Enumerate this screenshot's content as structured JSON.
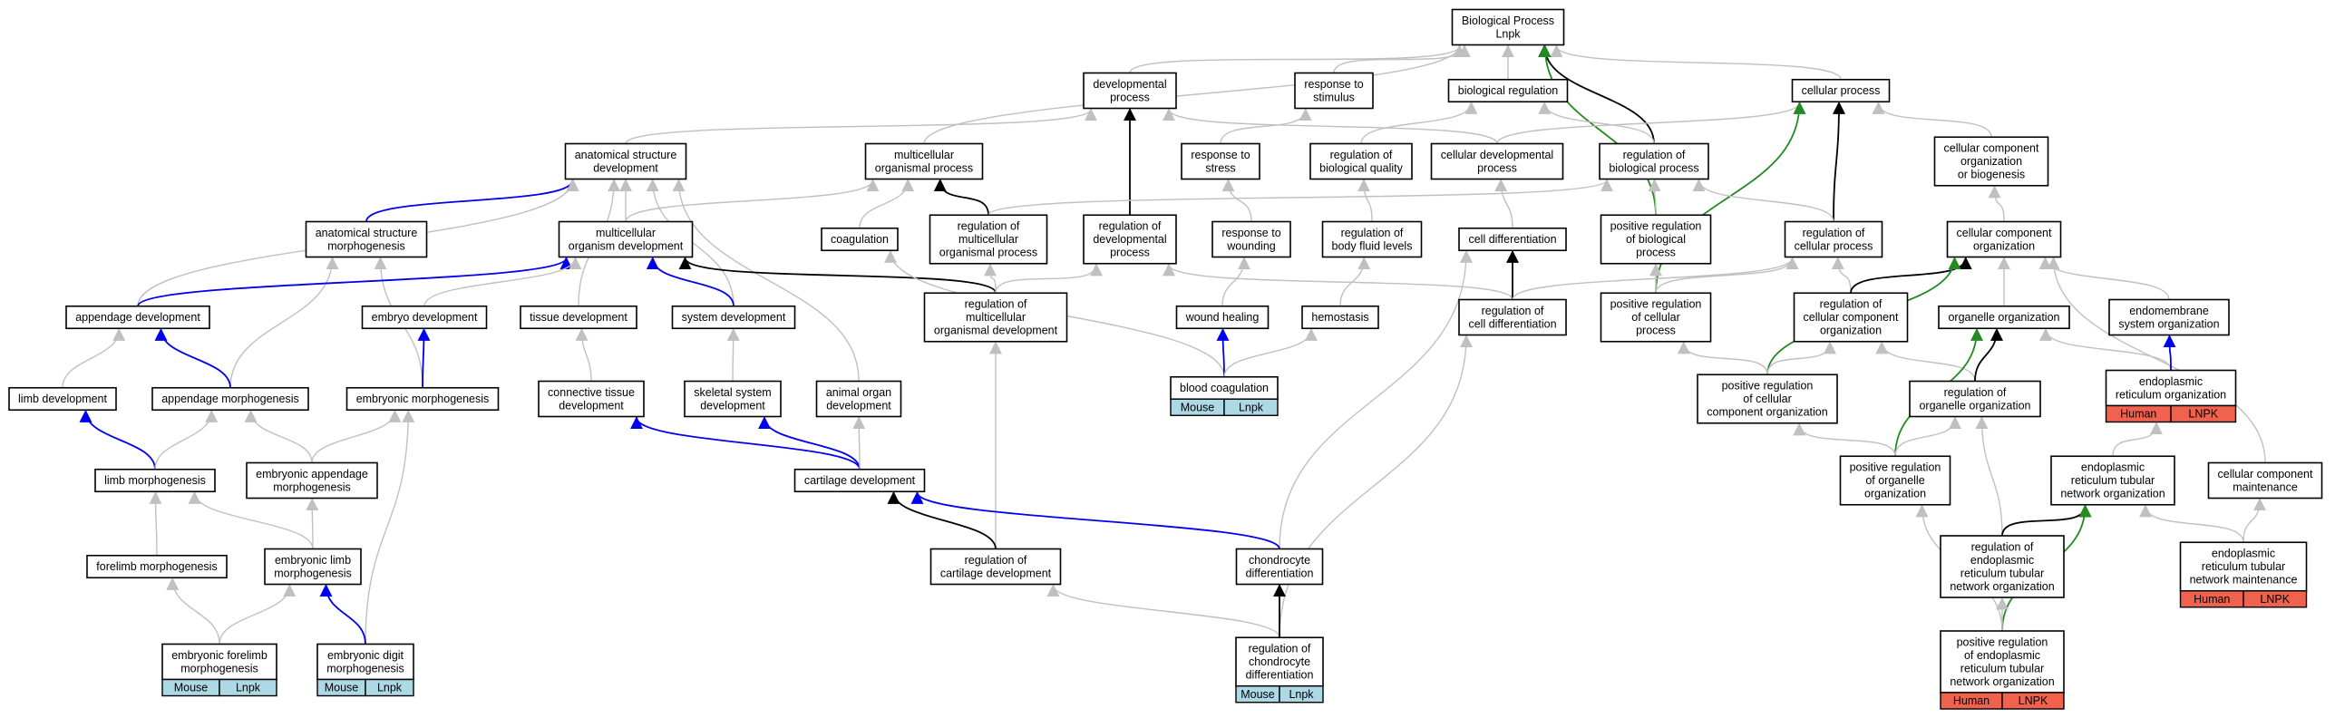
{
  "colors": {
    "gray": "#c0c0c0",
    "blue": "#0000ee",
    "black": "#000000",
    "green": "#228b22",
    "mouse_tag": "#add8e6",
    "human_tag": "#f0624e"
  },
  "nodes": [
    {
      "id": "bp",
      "lines": [
        "Biological Process",
        "Lnpk"
      ]
    },
    {
      "id": "dev",
      "lines": [
        "developmental",
        "process"
      ]
    },
    {
      "id": "resp_stim",
      "lines": [
        "response to",
        "stimulus"
      ]
    },
    {
      "id": "bioreg",
      "lines": [
        "biological regulation"
      ]
    },
    {
      "id": "cellproc",
      "lines": [
        "cellular process"
      ]
    },
    {
      "id": "asd",
      "lines": [
        "anatomical structure",
        "development"
      ]
    },
    {
      "id": "mop",
      "lines": [
        "multicellular",
        "organismal process"
      ]
    },
    {
      "id": "resp_stress",
      "lines": [
        "response to",
        "stress"
      ]
    },
    {
      "id": "reg_bq",
      "lines": [
        "regulation of",
        "biological quality"
      ]
    },
    {
      "id": "cdp",
      "lines": [
        "cellular developmental",
        "process"
      ]
    },
    {
      "id": "reg_bp",
      "lines": [
        "regulation of",
        "biological process"
      ]
    },
    {
      "id": "ccob",
      "lines": [
        "cellular component",
        "organization",
        "or biogenesis"
      ]
    },
    {
      "id": "asm",
      "lines": [
        "anatomical structure",
        "morphogenesis"
      ]
    },
    {
      "id": "mod",
      "lines": [
        "multicellular",
        "organism development"
      ]
    },
    {
      "id": "coag",
      "lines": [
        "coagulation"
      ]
    },
    {
      "id": "reg_mop",
      "lines": [
        "regulation of",
        "multicellular",
        "organismal process"
      ]
    },
    {
      "id": "reg_dev",
      "lines": [
        "regulation of",
        "developmental",
        "process"
      ]
    },
    {
      "id": "resp_wound",
      "lines": [
        "response to",
        "wounding"
      ]
    },
    {
      "id": "reg_bfl",
      "lines": [
        "regulation of",
        "body fluid levels"
      ]
    },
    {
      "id": "celldiff",
      "lines": [
        "cell differentiation"
      ]
    },
    {
      "id": "preg_bp",
      "lines": [
        "positive regulation",
        "of biological",
        "process"
      ]
    },
    {
      "id": "reg_cp",
      "lines": [
        "regulation of",
        "cellular process"
      ]
    },
    {
      "id": "cco",
      "lines": [
        "cellular component",
        "organization"
      ]
    },
    {
      "id": "appdev",
      "lines": [
        "appendage development"
      ]
    },
    {
      "id": "embdev",
      "lines": [
        "embryo development"
      ]
    },
    {
      "id": "tissdev",
      "lines": [
        "tissue development"
      ]
    },
    {
      "id": "sysdev",
      "lines": [
        "system development"
      ]
    },
    {
      "id": "reg_mod",
      "lines": [
        "regulation of",
        "multicellular",
        "organismal development"
      ]
    },
    {
      "id": "woundheal",
      "lines": [
        "wound healing"
      ]
    },
    {
      "id": "hemo",
      "lines": [
        "hemostasis"
      ]
    },
    {
      "id": "reg_celldiff",
      "lines": [
        "regulation of",
        "cell differentiation"
      ]
    },
    {
      "id": "preg_cp",
      "lines": [
        "positive regulation",
        "of cellular",
        "process"
      ]
    },
    {
      "id": "reg_cco",
      "lines": [
        "regulation of",
        "cellular component",
        "organization"
      ]
    },
    {
      "id": "orgorg",
      "lines": [
        "organelle organization"
      ]
    },
    {
      "id": "endo_org",
      "lines": [
        "endomembrane",
        "system organization"
      ]
    },
    {
      "id": "limbdev",
      "lines": [
        "limb development"
      ]
    },
    {
      "id": "appmorph",
      "lines": [
        "appendage morphogenesis"
      ]
    },
    {
      "id": "embmorph",
      "lines": [
        "embryonic morphogenesis"
      ]
    },
    {
      "id": "ctdev",
      "lines": [
        "connective tissue",
        "development"
      ]
    },
    {
      "id": "ssdev",
      "lines": [
        "skeletal system",
        "development"
      ]
    },
    {
      "id": "aodev",
      "lines": [
        "animal organ",
        "development"
      ]
    },
    {
      "id": "bloodcoag",
      "lines": [
        "blood coagulation"
      ],
      "tags": [
        "Mouse",
        "Lnpk"
      ],
      "tag_color": "mouse"
    },
    {
      "id": "preg_cco",
      "lines": [
        "positive regulation",
        "of cellular",
        "component organization"
      ]
    },
    {
      "id": "reg_orgorg",
      "lines": [
        "regulation of",
        "organelle organization"
      ]
    },
    {
      "id": "er_org",
      "lines": [
        "endoplasmic",
        "reticulum organization"
      ],
      "tags": [
        "Human",
        "LNPK"
      ],
      "tag_color": "human"
    },
    {
      "id": "limbmorph",
      "lines": [
        "limb morphogenesis"
      ]
    },
    {
      "id": "embappmorph",
      "lines": [
        "embryonic appendage",
        "morphogenesis"
      ]
    },
    {
      "id": "cartdev",
      "lines": [
        "cartilage development"
      ]
    },
    {
      "id": "preg_orgorg",
      "lines": [
        "positive regulation",
        "of organelle",
        "organization"
      ]
    },
    {
      "id": "ertn_org",
      "lines": [
        "endoplasmic",
        "reticulum tubular",
        "network organization"
      ]
    },
    {
      "id": "ccm",
      "lines": [
        "cellular component",
        "maintenance"
      ]
    },
    {
      "id": "forelimbmorph",
      "lines": [
        "forelimb morphogenesis"
      ]
    },
    {
      "id": "emblimbmorph",
      "lines": [
        "embryonic limb",
        "morphogenesis"
      ]
    },
    {
      "id": "reg_cartdev",
      "lines": [
        "regulation of",
        "cartilage development"
      ]
    },
    {
      "id": "chondiff",
      "lines": [
        "chondrocyte",
        "differentiation"
      ]
    },
    {
      "id": "reg_ertn",
      "lines": [
        "regulation of",
        "endoplasmic",
        "reticulum tubular",
        "network organization"
      ]
    },
    {
      "id": "ertn_maint",
      "lines": [
        "endoplasmic",
        "reticulum tubular",
        "network maintenance"
      ],
      "tags": [
        "Human",
        "LNPK"
      ],
      "tag_color": "human"
    },
    {
      "id": "embforelimbmorph",
      "lines": [
        "embryonic forelimb",
        "morphogenesis"
      ],
      "tags": [
        "Mouse",
        "Lnpk"
      ],
      "tag_color": "mouse"
    },
    {
      "id": "embdigitmorph",
      "lines": [
        "embryonic digit",
        "morphogenesis"
      ],
      "tags": [
        "Mouse",
        "Lnpk"
      ],
      "tag_color": "mouse"
    },
    {
      "id": "reg_chondiff",
      "lines": [
        "regulation of",
        "chondrocyte",
        "differentiation"
      ],
      "tags": [
        "Mouse",
        "Lnpk"
      ],
      "tag_color": "mouse"
    },
    {
      "id": "preg_ertn",
      "lines": [
        "positive regulation",
        "of endoplasmic",
        "reticulum tubular",
        "network organization"
      ],
      "tags": [
        "Human",
        "LNPK"
      ],
      "tag_color": "human"
    }
  ],
  "edges": [
    [
      "dev",
      "bp",
      "gray"
    ],
    [
      "resp_stim",
      "bp",
      "gray"
    ],
    [
      "bioreg",
      "bp",
      "gray"
    ],
    [
      "cellproc",
      "bp",
      "gray"
    ],
    [
      "mop",
      "bp",
      "gray"
    ],
    [
      "reg_bp",
      "bp",
      "black"
    ],
    [
      "preg_bp",
      "bp",
      "green"
    ],
    [
      "asd",
      "dev",
      "gray"
    ],
    [
      "reg_dev",
      "dev",
      "black"
    ],
    [
      "cdp",
      "dev",
      "gray"
    ],
    [
      "resp_stress",
      "resp_stim",
      "gray"
    ],
    [
      "reg_bq",
      "bioreg",
      "gray"
    ],
    [
      "reg_bp",
      "bioreg",
      "gray"
    ],
    [
      "cdp",
      "cellproc",
      "gray"
    ],
    [
      "reg_cp",
      "cellproc",
      "black"
    ],
    [
      "preg_cp",
      "cellproc",
      "green"
    ],
    [
      "ccob",
      "cellproc",
      "gray"
    ],
    [
      "asm",
      "asd",
      "blue"
    ],
    [
      "mod",
      "asd",
      "gray"
    ],
    [
      "appdev",
      "asd",
      "gray"
    ],
    [
      "tissdev",
      "asd",
      "gray"
    ],
    [
      "sysdev",
      "asd",
      "gray"
    ],
    [
      "aodev",
      "asd",
      "gray"
    ],
    [
      "mod",
      "mop",
      "gray"
    ],
    [
      "coag",
      "mop",
      "gray"
    ],
    [
      "reg_mop",
      "mop",
      "black"
    ],
    [
      "resp_wound",
      "resp_stress",
      "gray"
    ],
    [
      "reg_bfl",
      "reg_bq",
      "gray"
    ],
    [
      "celldiff",
      "cdp",
      "gray"
    ],
    [
      "reg_mop",
      "reg_bp",
      "gray"
    ],
    [
      "preg_bp",
      "reg_bp",
      "gray"
    ],
    [
      "reg_cp",
      "reg_bp",
      "gray"
    ],
    [
      "cco",
      "ccob",
      "gray"
    ],
    [
      "embmorph",
      "asm",
      "gray"
    ],
    [
      "appmorph",
      "asm",
      "gray"
    ],
    [
      "appdev",
      "mod",
      "blue"
    ],
    [
      "embdev",
      "mod",
      "gray"
    ],
    [
      "sysdev",
      "mod",
      "blue"
    ],
    [
      "reg_mod",
      "mod",
      "black"
    ],
    [
      "bloodcoag",
      "coag",
      "gray"
    ],
    [
      "reg_mod",
      "reg_mop",
      "gray"
    ],
    [
      "reg_celldiff",
      "reg_dev",
      "gray"
    ],
    [
      "reg_mod",
      "reg_dev",
      "gray"
    ],
    [
      "woundheal",
      "resp_wound",
      "gray"
    ],
    [
      "hemo",
      "reg_bfl",
      "gray"
    ],
    [
      "reg_celldiff",
      "celldiff",
      "black"
    ],
    [
      "chondiff",
      "celldiff",
      "gray"
    ],
    [
      "preg_cp",
      "preg_bp",
      "gray"
    ],
    [
      "reg_celldiff",
      "reg_cp",
      "gray"
    ],
    [
      "preg_cp",
      "reg_cp",
      "gray"
    ],
    [
      "reg_cco",
      "reg_cp",
      "gray"
    ],
    [
      "reg_cco",
      "cco",
      "black"
    ],
    [
      "orgorg",
      "cco",
      "gray"
    ],
    [
      "endo_org",
      "cco",
      "gray"
    ],
    [
      "preg_cco",
      "cco",
      "green"
    ],
    [
      "ccm",
      "cco",
      "gray"
    ],
    [
      "limbdev",
      "appdev",
      "gray"
    ],
    [
      "appmorph",
      "appdev",
      "blue"
    ],
    [
      "embmorph",
      "embdev",
      "blue"
    ],
    [
      "ctdev",
      "tissdev",
      "gray"
    ],
    [
      "ssdev",
      "sysdev",
      "gray"
    ],
    [
      "reg_cartdev",
      "reg_mod",
      "gray"
    ],
    [
      "bloodcoag",
      "woundheal",
      "blue"
    ],
    [
      "bloodcoag",
      "hemo",
      "gray"
    ],
    [
      "reg_chondiff",
      "reg_celldiff",
      "gray"
    ],
    [
      "preg_cco",
      "preg_cp",
      "gray"
    ],
    [
      "preg_cco",
      "reg_cco",
      "gray"
    ],
    [
      "reg_orgorg",
      "reg_cco",
      "gray"
    ],
    [
      "reg_orgorg",
      "orgorg",
      "black"
    ],
    [
      "er_org",
      "orgorg",
      "gray"
    ],
    [
      "preg_orgorg",
      "orgorg",
      "green"
    ],
    [
      "er_org",
      "endo_org",
      "blue"
    ],
    [
      "limbmorph",
      "limbdev",
      "blue"
    ],
    [
      "limbmorph",
      "appmorph",
      "gray"
    ],
    [
      "embappmorph",
      "appmorph",
      "gray"
    ],
    [
      "embappmorph",
      "embmorph",
      "gray"
    ],
    [
      "embdigitmorph",
      "embmorph",
      "gray"
    ],
    [
      "cartdev",
      "ctdev",
      "blue"
    ],
    [
      "cartdev",
      "ssdev",
      "blue"
    ],
    [
      "cartdev",
      "aodev",
      "gray"
    ],
    [
      "preg_orgorg",
      "preg_cco",
      "gray"
    ],
    [
      "preg_orgorg",
      "reg_orgorg",
      "gray"
    ],
    [
      "reg_ertn",
      "reg_orgorg",
      "gray"
    ],
    [
      "ertn_org",
      "er_org",
      "gray"
    ],
    [
      "forelimbmorph",
      "limbmorph",
      "gray"
    ],
    [
      "emblimbmorph",
      "limbmorph",
      "gray"
    ],
    [
      "emblimbmorph",
      "embappmorph",
      "gray"
    ],
    [
      "reg_cartdev",
      "cartdev",
      "black"
    ],
    [
      "chondiff",
      "cartdev",
      "blue"
    ],
    [
      "preg_ertn",
      "preg_orgorg",
      "gray"
    ],
    [
      "reg_ertn",
      "ertn_org",
      "black"
    ],
    [
      "preg_ertn",
      "ertn_org",
      "green"
    ],
    [
      "ertn_maint",
      "ertn_org",
      "gray"
    ],
    [
      "ertn_maint",
      "ccm",
      "gray"
    ],
    [
      "embforelimbmorph",
      "forelimbmorph",
      "gray"
    ],
    [
      "embforelimbmorph",
      "emblimbmorph",
      "gray"
    ],
    [
      "embdigitmorph",
      "emblimbmorph",
      "blue"
    ],
    [
      "reg_chondiff",
      "reg_cartdev",
      "gray"
    ],
    [
      "reg_chondiff",
      "chondiff",
      "black"
    ],
    [
      "preg_ertn",
      "reg_ertn",
      "gray"
    ]
  ]
}
